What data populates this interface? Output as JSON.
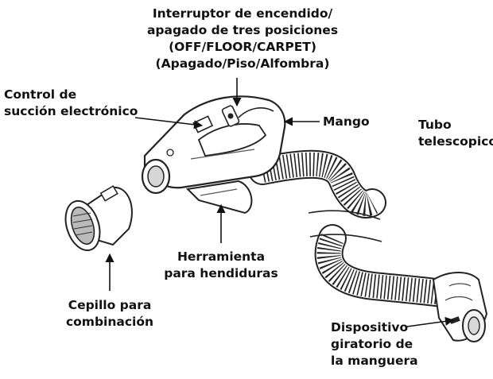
{
  "labels": {
    "switch": [
      "Interruptor de encendido/",
      "apagado de tres posiciones",
      "(OFF/FLOOR/CARPET)",
      "(Apagado/Piso/Alfombra)"
    ],
    "suction_control": [
      "Control de",
      "succión electrónico"
    ],
    "handle": [
      "Mango"
    ],
    "telescopic_tube": [
      "Tubo",
      "telescopico"
    ],
    "crevice_tool": [
      "Herramienta",
      "para hendiduras"
    ],
    "combo_brush": [
      "Cepillo para",
      "combinación"
    ],
    "hose_swivel": [
      "Dispositivo",
      "giratorio de",
      "la manguera"
    ]
  }
}
